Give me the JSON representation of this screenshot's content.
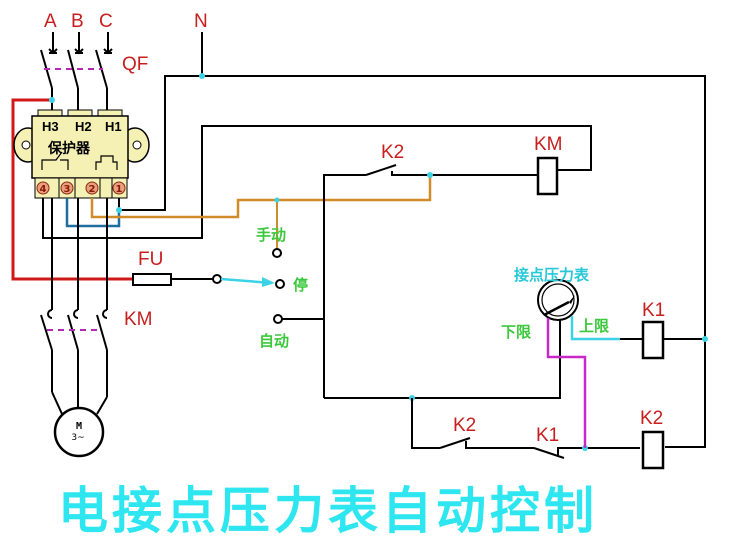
{
  "diagram": {
    "title": "电接点压力表自动控制",
    "phases": [
      "A",
      "B",
      "C"
    ],
    "neutral": "N",
    "breaker_label": "QF",
    "protector": {
      "label": "保护器",
      "top_terminals": [
        "H3",
        "H2",
        "H1"
      ],
      "bottom_terminals": [
        "4",
        "3",
        "2",
        "1"
      ]
    },
    "fuse_label": "FU",
    "contactor_main_label": "KM",
    "contactor_coil_label": "KM",
    "motor": {
      "label": "M",
      "sublabel": "3~"
    },
    "selector": {
      "manual": "手动",
      "stop": "停",
      "auto": "自动"
    },
    "gauge": {
      "label": "接点压力表",
      "lower_limit": "下限",
      "upper_limit": "上限"
    },
    "relays": {
      "k2_contact_top": "K2",
      "k1_coil": "K1",
      "k2_contact_bottom": "K2",
      "k1_contact_bottom": "K1",
      "k2_coil": "K2"
    },
    "colors": {
      "phase_label": "#c81e1e",
      "protector_body": "#f5f0b4",
      "red_wire": "#d01818",
      "orange_wire": "#d08c28",
      "blue_wire": "#1e6ea0",
      "magenta_wire": "#c828c8",
      "cyan_wire": "#3cd2e6",
      "dashed_link": "#b428b4",
      "title": "#2ee6f0",
      "selector_text": "#3cc83c",
      "gauge_text": "#28c8d8"
    }
  }
}
